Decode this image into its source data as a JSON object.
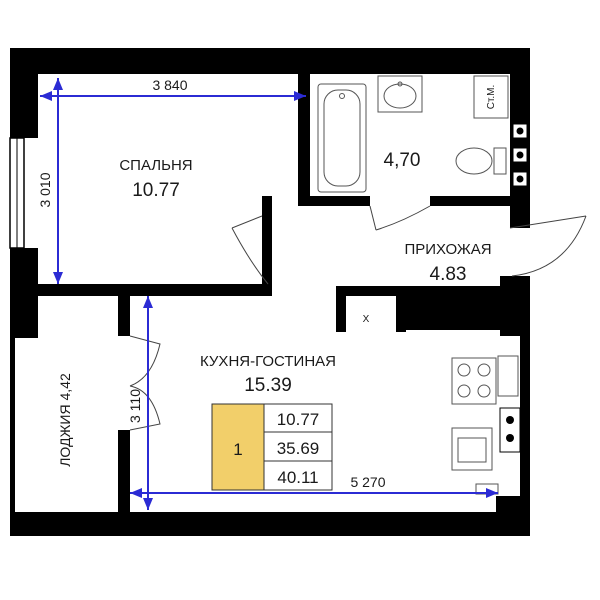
{
  "rooms": {
    "bedroom": {
      "name": "СПАЛЬНЯ",
      "area": "10.77"
    },
    "bathroom": {
      "area": "4,70",
      "appliance": "Ст.М."
    },
    "hallway": {
      "name": "ПРИХОЖАЯ",
      "area": "4.83"
    },
    "kitchen": {
      "name": "КУХНЯ-ГОСТИНАЯ",
      "area": "15.39"
    },
    "loggia": {
      "label": "ЛОДЖИЯ 4,42"
    },
    "closet": {
      "mark": "X"
    }
  },
  "dimensions": {
    "bedroom_width": "3 840",
    "bedroom_height": "3 010",
    "kitchen_height": "3 110",
    "kitchen_width": "5 270"
  },
  "summary": {
    "rooms_count": "1",
    "living_area": "10.77",
    "area_without_loggia": "35.69",
    "total_area": "40.11"
  },
  "colors": {
    "walls": "#000000",
    "dimension_lines": "#2b2bd4",
    "rooms_badge": "#f2cf6a"
  }
}
